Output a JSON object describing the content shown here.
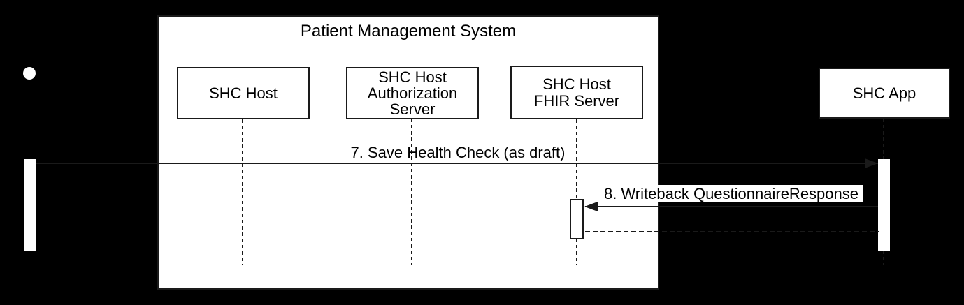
{
  "colors": {
    "background": "#000000",
    "surface": "#ffffff",
    "line": "#1a1a1a",
    "text": "#000000"
  },
  "frame": {
    "title": "Patient Management System"
  },
  "participants": {
    "shc_host": {
      "label": "SHC Host"
    },
    "shc_host_auth": {
      "line1": "SHC Host",
      "line2": "Authorization",
      "line3": "Server"
    },
    "shc_host_fhir": {
      "line1": "SHC Host",
      "line2": "FHIR Server"
    },
    "shc_app": {
      "label": "SHC App"
    }
  },
  "messages": {
    "save_health_check": {
      "label": "7. Save Health Check (as draft)",
      "type": "solid-arrow"
    },
    "writeback": {
      "label": "8. Writeback QuestionnaireResponse",
      "type": "solid-arrow"
    },
    "writeback_return": {
      "label": "",
      "type": "dashed-return"
    }
  }
}
